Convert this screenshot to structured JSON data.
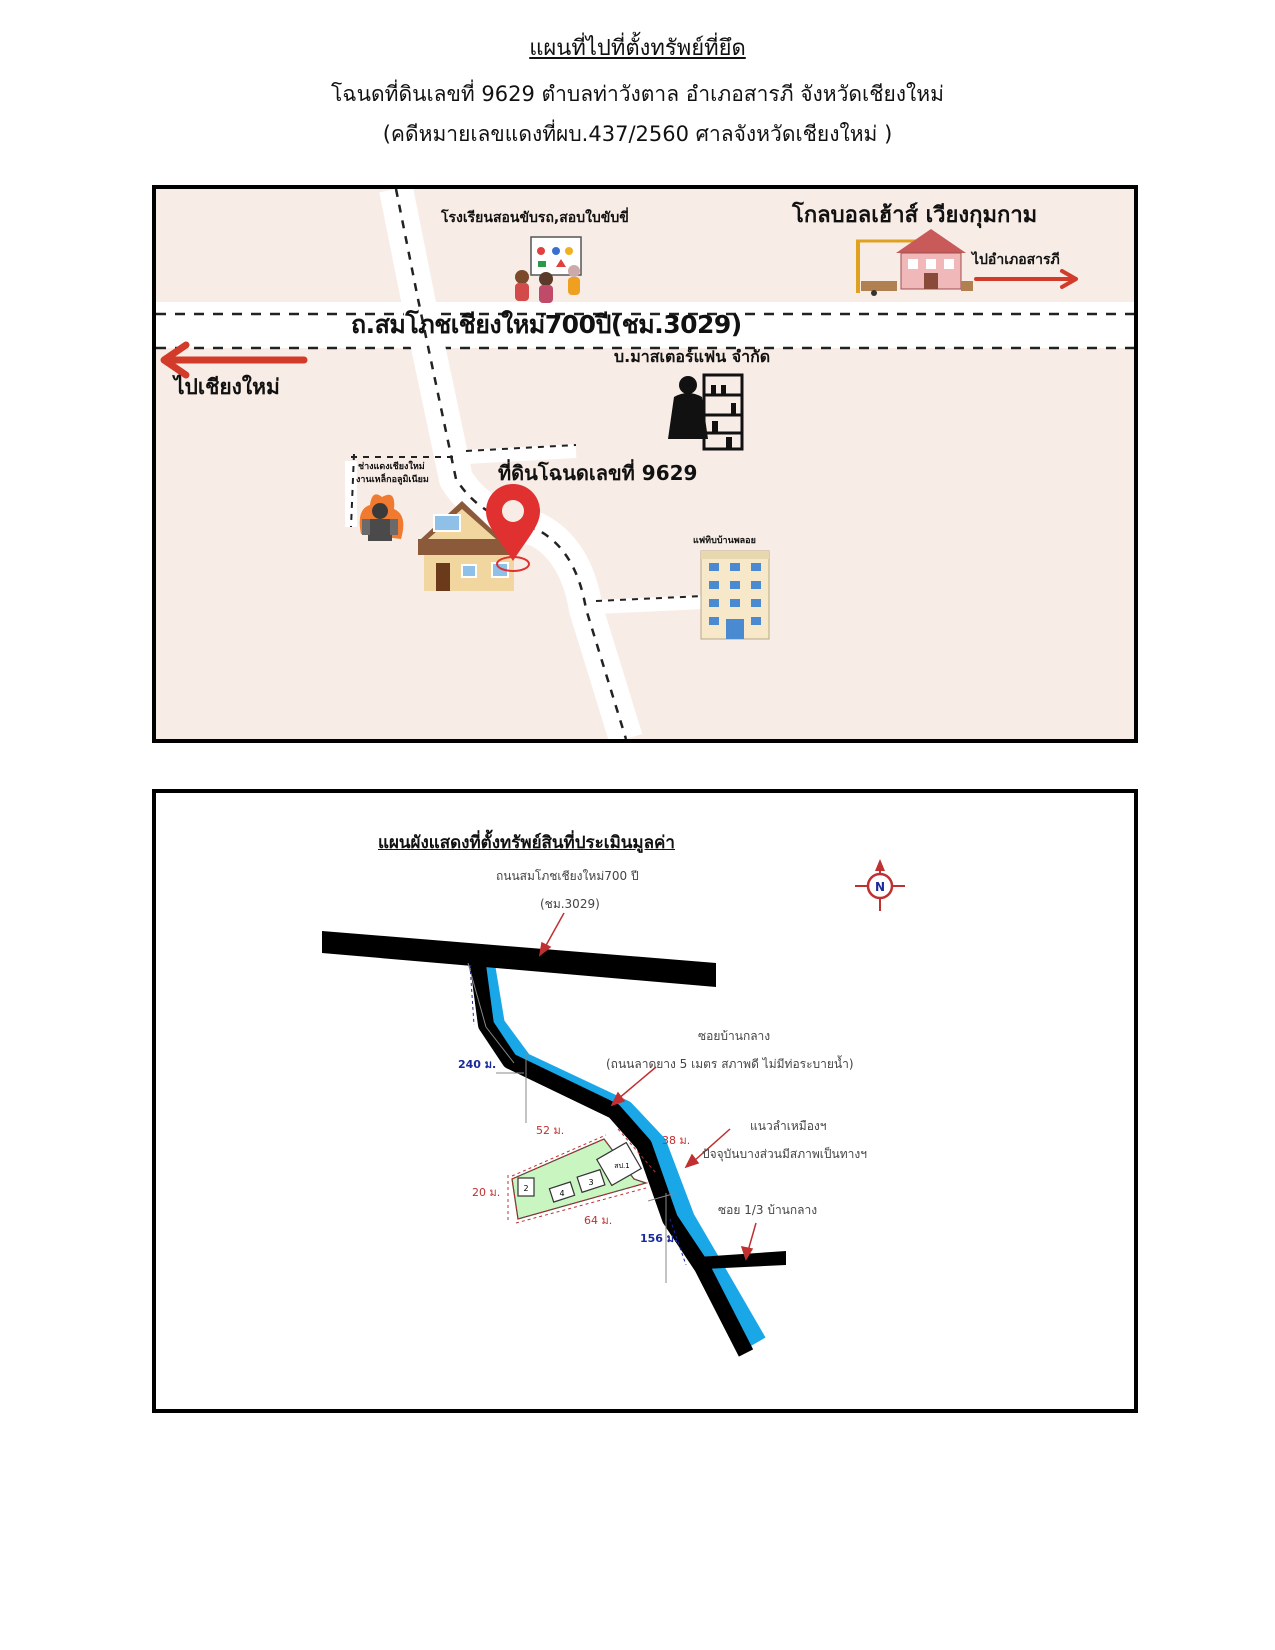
{
  "header": {
    "title": "แผนที่ไปที่ตั้งทรัพย์ที่ยึด",
    "line2": "โฉนดที่ดินเลขที่ 9629 ตำบลท่าวังตาล  อำเภอสารภี  จังหวัดเชียงใหม่",
    "line3": "(คดีหมายเลขแดงที่ผบ.437/2560  ศาลจังหวัดเชียงใหม่ )"
  },
  "map": {
    "school": "โรงเรียนสอนขับรถ,สอบใบขับขี่",
    "global_house": "โกลบอลเฮ้าส์ เวียงกุมกาม",
    "to_saraphi": "ไปอำเภอสารภี",
    "main_road": "ถ.สมโภชเชียงใหม่700ปี(ชม.3029)",
    "to_chiangmai": "ไปเชียงใหม่",
    "company": "บ.มาสเตอร์แฟน จำกัด",
    "workshop_line1": "ช่างแดงเชียงใหม่",
    "workshop_line2": "งานเหล็กอลูมิเนียม",
    "land_label": "ที่ดินโฉนดเลขที่ 9629",
    "apartment": "แฟทิบบ้านพลอย",
    "colors": {
      "road": "#ffffff",
      "arrow": "#d23a2a",
      "pin": "#e03030",
      "background": "#f8ece6"
    }
  },
  "plan": {
    "title": "แผนผังแสดงที่ตั้งทรัพย์สินที่ประเมินมูลค่า",
    "road_name_line1": "ถนนสมโภชเชียงใหม่700 ปี",
    "road_name_line2": "(ชม.3029)",
    "soi_name": "ซอยบ้านกลาง",
    "soi_desc": "(ถนนลาดยาง 5 เมตร สภาพดี ไม่มีท่อระบายน้ำ)",
    "canal_line1": "แนวลำเหมืองฯ",
    "canal_line2": "ปัจจุบันบางส่วนมีสภาพเป็นทางฯ",
    "soi_13": "ซอย 1/3 บ้านกลาง",
    "dist_240": "240 ม.",
    "dist_52": "52 ม.",
    "dist_38": "38 ม.",
    "dist_20": "20 ม.",
    "dist_64": "64 ม.",
    "dist_156": "156 ม.",
    "bldg_1": "สป.1",
    "bldg_2": "2",
    "bldg_3": "3",
    "bldg_4": "4",
    "compass": "N",
    "colors": {
      "road": "#000000",
      "canal": "#1aa7e8",
      "plot": "#c8f5c0",
      "dim": "#c03030",
      "dim_blue": "#1a2a9a"
    }
  }
}
